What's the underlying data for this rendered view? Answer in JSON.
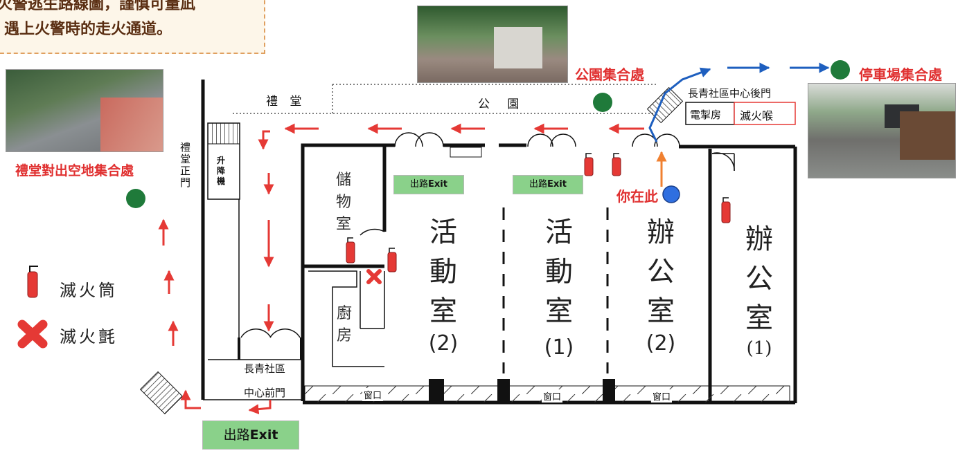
{
  "caption": {
    "line1": "火警逃生路線圖，謹慎可量凪",
    "line2": "遇上火警時的走火通道。"
  },
  "labels": {
    "hall": "禮 堂",
    "park": "公 園",
    "park_assembly": "公園集合處",
    "car_park_assembly": "停車場集合處",
    "hall_open_area_assembly": "禮堂對出空地集合處",
    "rear_door": "長青社區中心後門",
    "switch_room": "電掣房",
    "fire_hose": "滅火喉",
    "hall_main_door": "禮堂正門",
    "lift": "升降機",
    "storage": "儲物室",
    "kitchen": "廚房",
    "you_are_here": "你在此",
    "front_door_line1": "長青社區",
    "front_door_line2": "中心前門",
    "window": "窗口"
  },
  "rooms": [
    {
      "name": "活動室",
      "num": "(2)"
    },
    {
      "name": "活動室",
      "num": "(1)"
    },
    {
      "name": "辦公室",
      "num": "(2)"
    },
    {
      "name": "辦公室",
      "num": "(1)"
    }
  ],
  "exits": {
    "exit_cn": "出路",
    "exit_en": "Exit"
  },
  "legend": {
    "extinguisher": "滅火筒",
    "blanket": "滅火氈"
  },
  "colors": {
    "route_red": "#e53935",
    "route_blue": "#1e5fbf",
    "assembly_green": "#1f7a3a",
    "you_here_blue": "#2f6fe0",
    "exit_green": "#8ad18a"
  }
}
